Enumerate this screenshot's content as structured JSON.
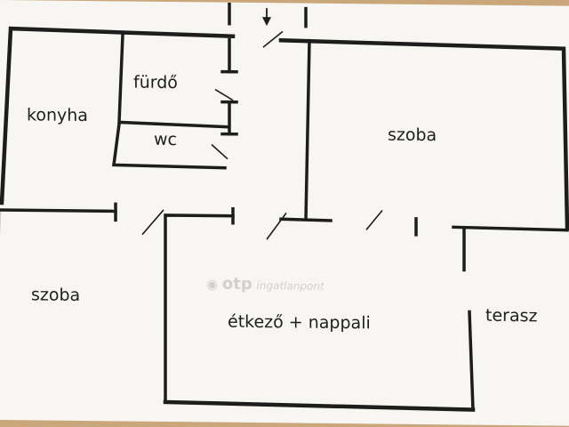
{
  "rooms": {
    "kitchen": "konyha",
    "bathroom": "fürdő",
    "toilet": "wc",
    "room_right": "szoba",
    "room_left": "szoba",
    "dining_living": "étkező + nappali",
    "terrace": "terasz"
  },
  "watermark": {
    "logo": "otp",
    "text": "ingatlanpont"
  },
  "icons": {
    "entrance": "down-arrow-icon",
    "watermark_logo": "otp-logo-icon"
  }
}
